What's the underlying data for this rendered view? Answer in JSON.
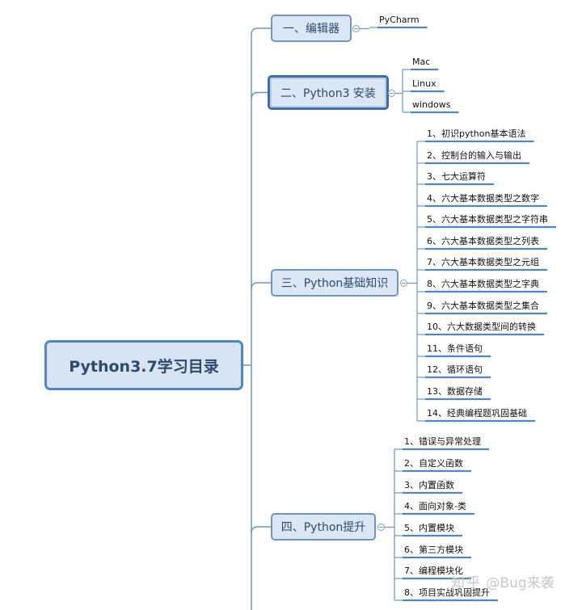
{
  "root": {
    "label": "Python3.7学习目录"
  },
  "branches": [
    {
      "label": "一、编辑器",
      "children": [
        "PyCharm"
      ]
    },
    {
      "label": "二、Python3 安装",
      "children": [
        "Mac",
        "Linux",
        "windows"
      ]
    },
    {
      "label": "三、Python基础知识",
      "children": [
        "1、初识python基本语法",
        "2、控制台的输入与输出",
        "3、七大运算符",
        "4、六大基本数据类型之数字",
        "5、六大基本数据类型之字符串",
        "6、六大基本数据类型之列表",
        "7、六大基本数据类型之元组",
        "8、六大基本数据类型之字典",
        "9、六大基本数据类型之集合",
        "10、六大数据类型间的转换",
        "11、条件语句",
        "12、循环语句",
        "13、数据存储",
        "14、经典编程题巩固基础"
      ]
    },
    {
      "label": "四、Python提升",
      "children": [
        "1、错误与异常处理",
        "2、自定义函数",
        "3、内置函数",
        "4、面向对象-类",
        "5、内置模块",
        "6、第三方模块",
        "7、编程模块化",
        "8、项目实战巩固提升"
      ]
    }
  ],
  "watermark": {
    "platform": "知乎",
    "handle": "@Bug来袭"
  },
  "colors": {
    "line": "#6d95c8",
    "underline": "#4f86c6",
    "node_fill": "#dbe7f5",
    "node_border": "#6d95c8"
  }
}
